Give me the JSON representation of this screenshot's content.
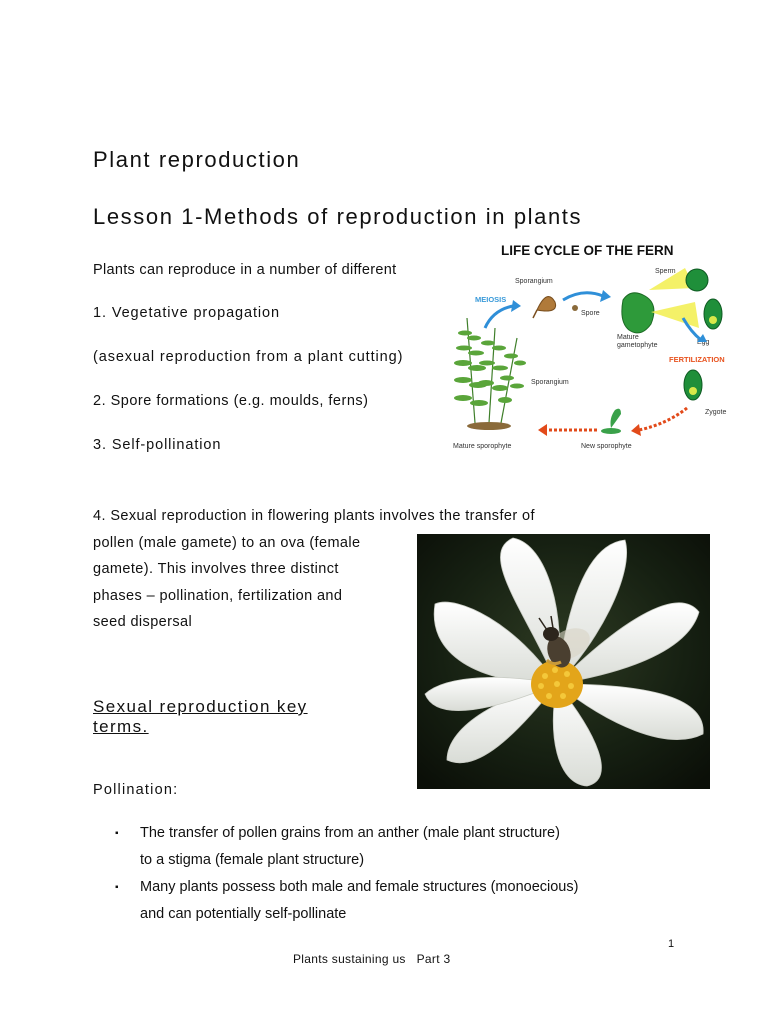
{
  "title": "Plant reproduction",
  "lesson_title": "Lesson 1-Methods of reproduction in plants",
  "intro": "Plants can reproduce in a number of different",
  "methods": [
    "1. Vegetative propagation",
    "(asexual reproduction from a plant cutting)",
    "2. Spore formations (e.g. moulds, ferns)",
    "3. Self-pollination"
  ],
  "sexual_paragraph_lines": [
    "4. Sexual reproduction in flowering plants involves the transfer of",
    "pollen (male gamete) to an ova (female",
    "gamete). This involves three distinct",
    "phases – pollination, fertilization and",
    "seed dispersal"
  ],
  "key_terms_heading": "Sexual reproduction key terms.",
  "pollination_label": "Pollination:",
  "bullets": [
    [
      "The transfer of pollen grains from an anther (male plant structure)",
      "to a stigma (female plant structure)"
    ],
    [
      "Many plants possess both male and female structures (monoecious)",
      "and can potentially self-pollinate"
    ]
  ],
  "bullet_marker": "▪",
  "fern_diagram": {
    "title": "LIFE CYCLE OF THE FERN",
    "labels": {
      "sporangium_top": "Sporangium",
      "sperm": "Sperm",
      "meiosis": "MEIOSIS",
      "spore": "Spore",
      "mature_gametophyte_1": "Mature",
      "mature_gametophyte_2": "gametophyte",
      "egg": "Egg",
      "fertilization": "FERTILIZATION",
      "sporangium_mid": "Sporangium",
      "zygote": "Zygote",
      "mature_sporophyte": "Mature sporophyte",
      "new_sporophyte": "New sporophyte"
    },
    "colors": {
      "meiosis": "#3a9ad9",
      "fertilization": "#e8531f",
      "arrow_blue": "#2f8fd8",
      "arrow_red": "#e24a1a",
      "leaf": "#5aa53a"
    }
  },
  "page_number": "1",
  "footer": "Plants sustaining us   Part 3"
}
